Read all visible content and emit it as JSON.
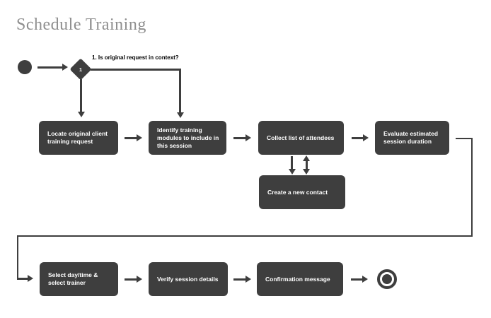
{
  "title": "Schedule Training",
  "colors": {
    "node_fill": "#3e3e3e",
    "node_text": "#ffffff",
    "connector": "#3e3e3e",
    "title_text": "#8f8f8f",
    "decision_label_text": "#000000",
    "background": "#ffffff"
  },
  "diagram": {
    "start": {
      "type": "start-node"
    },
    "decision": {
      "number": "1",
      "question": "1. Is original request in context?"
    },
    "nodes": [
      {
        "id": "locate-request",
        "label": "Locate original client\ntraining request"
      },
      {
        "id": "identify-modules",
        "label": "Identify training\nmodules to include in\nthis session"
      },
      {
        "id": "collect-attendees",
        "label": "Collect list of attendees"
      },
      {
        "id": "evaluate-duration",
        "label": "Evaluate estimated\nsession duration"
      },
      {
        "id": "create-contact",
        "label": "Create a new contact"
      },
      {
        "id": "select-daytime-trainer",
        "label": "Select day/time &\nselect trainer"
      },
      {
        "id": "verify-details",
        "label": "Verify session details"
      },
      {
        "id": "confirmation",
        "label": "Confirmation message"
      }
    ],
    "end": {
      "type": "end-node"
    }
  }
}
